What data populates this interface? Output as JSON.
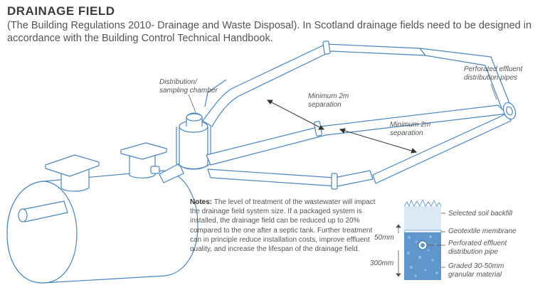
{
  "header": {
    "title": "DRAINAGE FIELD",
    "subtitle": "(The Building Regulations 2010- Drainage and Waste Disposal). In Scotland drainage fields need to be designed in accordance with the Building Control Technical Handbook."
  },
  "labels": {
    "distribution_chamber": [
      "Distribution/",
      "sampling chamber"
    ],
    "perforated_pipes": [
      "Perforated effluent",
      "distribution pipes"
    ],
    "separation_1": [
      "Minimum 2m",
      "separation"
    ],
    "separation_2": [
      "Minimum 2m",
      "separation"
    ]
  },
  "notes": {
    "heading": "Notes:",
    "body": " The level of treatment of the wastewater will impact the drainage field system size. If a packaged system is installed, the drainage field can be reduced up to 20% compared to the one after a septic tank. Further treatment can in principle reduce installation costs, improve effluent quality, and increase the lifespan of the drainage field."
  },
  "cross_section": {
    "dimension_top": "50mm",
    "dimension_bottom": "300mm",
    "layers": [
      "Selected soil backfill",
      "Geotextile membrane",
      [
        "Perforated effluent",
        "distribution pipe"
      ],
      [
        "Graded 30-50mm",
        "granular material"
      ]
    ]
  },
  "colors": {
    "line": "#4a86bd",
    "fill": "#ffffff",
    "soil_light": "#d6e6f4",
    "gravel": "#5f97cc"
  }
}
